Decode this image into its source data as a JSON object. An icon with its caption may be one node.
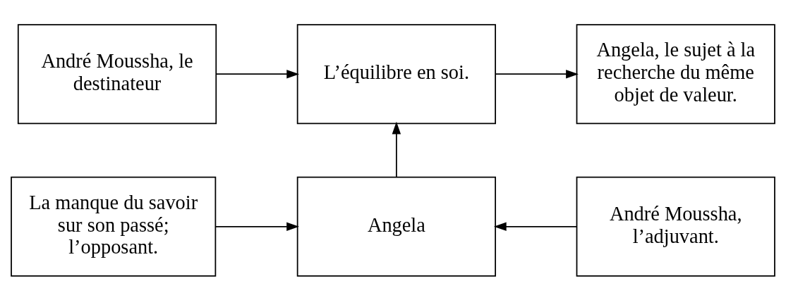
{
  "diagram": {
    "nodes": [
      {
        "text": [
          "André Moussha, le destinateur"
        ]
      },
      {
        "text": [
          "L’équilibre en soi."
        ]
      },
      {
        "text": [
          "Angela, le sujet à la recherche du même objet de valeur."
        ]
      },
      {
        "text": [
          "La manque du savoir sur son passé; l’opposant."
        ]
      },
      {
        "text": [
          "Angela"
        ]
      },
      {
        "text": [
          "André Moussha, l’adjuvant."
        ]
      }
    ],
    "edges": [
      {
        "from": 0,
        "to": 1,
        "arrow": "to"
      },
      {
        "from": 1,
        "to": 2,
        "arrow": "to"
      },
      {
        "from": 4,
        "to": 1,
        "arrow": "to"
      },
      {
        "from": 3,
        "to": 4,
        "arrow": "to"
      },
      {
        "from": 5,
        "to": 4,
        "arrow": "to"
      }
    ]
  }
}
